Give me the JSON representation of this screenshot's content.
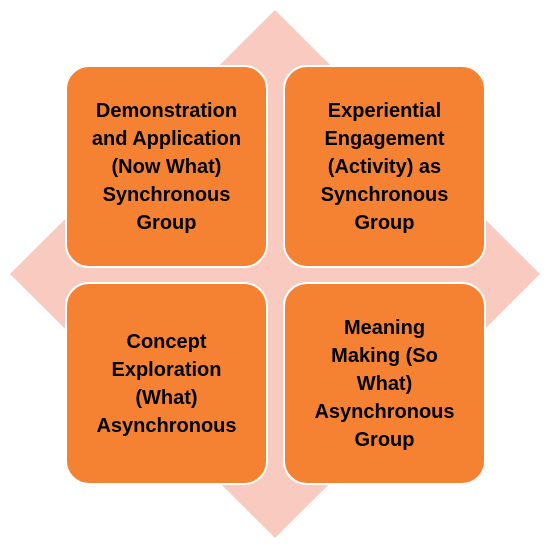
{
  "colors": {
    "diamond": "#f9cbc0",
    "quadrant_fill": "#f58232",
    "quadrant_border": "#ffffff",
    "text": "#000000"
  },
  "quadrants": {
    "top_left": {
      "text": "Demonstration\nand Application\n(Now What)\nSynchronous\nGroup"
    },
    "top_right": {
      "text": "Experiential\nEngagement\n(Activity) as\nSynchronous\nGroup"
    },
    "bottom_left": {
      "text": "Concept\nExploration\n(What)\nAsynchronous"
    },
    "bottom_right": {
      "text": "Meaning\nMaking (So\nWhat)\nAsynchronous\nGroup"
    }
  }
}
